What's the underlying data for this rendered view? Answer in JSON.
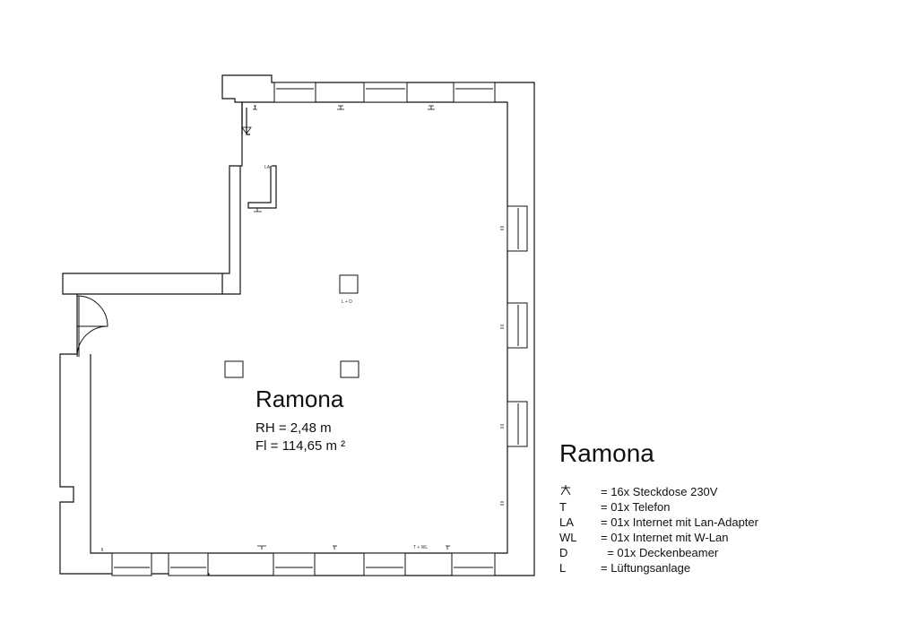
{
  "room": {
    "name": "Ramona",
    "ceiling_height": "RH = 2,48 m",
    "floor_area": "Fl = 114,65 m ²"
  },
  "plan_labels": {
    "la": "LA",
    "l_d": "L + D",
    "t_wl": "T + WL"
  },
  "legend": {
    "title": "Ramona",
    "items": [
      {
        "key": "",
        "icon": "socket-icon",
        "text": "= 16x Steckdose 230V"
      },
      {
        "key": "T",
        "text": "= 01x Telefon"
      },
      {
        "key": "LA",
        "text": "= 01x Internet mit Lan-Adapter"
      },
      {
        "key": "WL",
        "text": "= 01x Internet mit W-Lan"
      },
      {
        "key": "D",
        "text": "  = 01x Deckenbeamer"
      },
      {
        "key": "L",
        "text": "= Lüftungsanlage"
      }
    ]
  }
}
